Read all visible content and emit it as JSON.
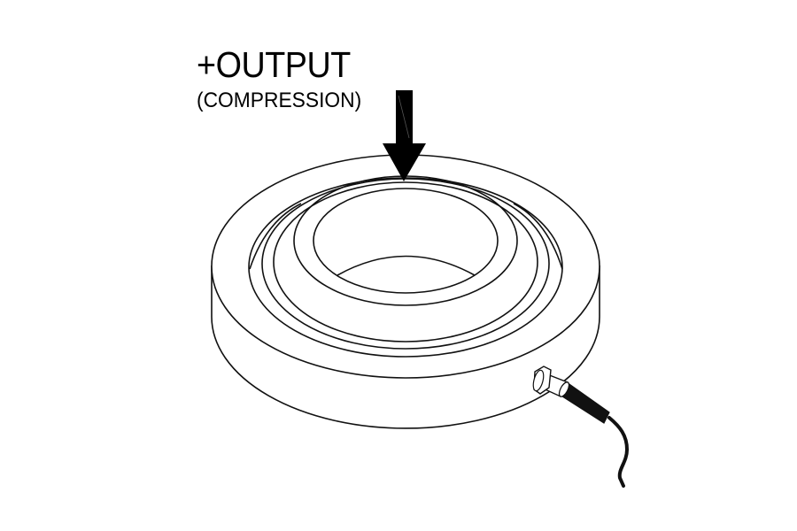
{
  "diagram": {
    "title": "+OUTPUT",
    "subtitle": "(COMPRESSION)",
    "subject": "ring-style compression load cell",
    "components": [
      {
        "name": "force-arrow",
        "direction": "down",
        "color": "#000000"
      },
      {
        "name": "load-cell-body",
        "shape": "annular ring"
      },
      {
        "name": "loading-button",
        "shape": "raised inner ring"
      },
      {
        "name": "center-bore",
        "shape": "through hole"
      },
      {
        "name": "connector",
        "shape": "side-mounted hex connector"
      },
      {
        "name": "cable",
        "color": "#000000"
      }
    ],
    "colors": {
      "background": "#ffffff",
      "line": "#111111"
    }
  }
}
